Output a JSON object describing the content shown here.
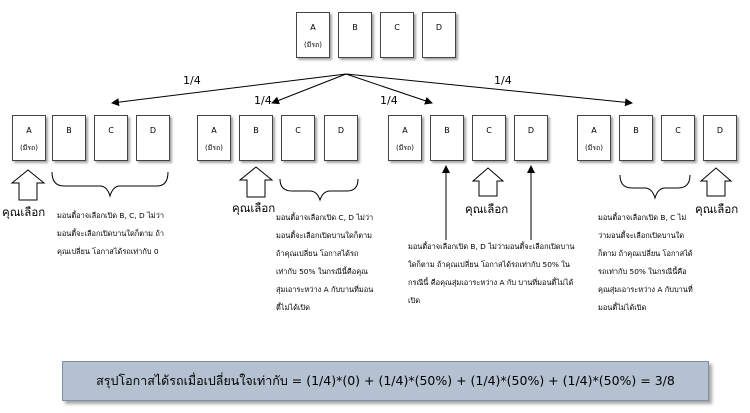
{
  "top_cards": [
    {
      "letter": "A",
      "note": "(มีรถ)"
    },
    {
      "letter": "B",
      "note": ""
    },
    {
      "letter": "C",
      "note": ""
    },
    {
      "letter": "D",
      "note": ""
    }
  ],
  "branch_probabilities": [
    "1/4",
    "1/4",
    "1/4",
    "1/4"
  ],
  "branches": [
    {
      "cards": [
        {
          "letter": "A",
          "note": "(มีรถ)"
        },
        {
          "letter": "B",
          "note": ""
        },
        {
          "letter": "C",
          "note": ""
        },
        {
          "letter": "D",
          "note": ""
        }
      ],
      "you_pick_label": "คุณเลือก",
      "explanation": "มอนตี้อาจเลือกเปิด B, C, D ไม่ว่ามอนตี้จะเลือกเปิดบานใดก็ตาม ถ้าคุณเปลี่ยน โอกาสได้รถเท่ากับ 0"
    },
    {
      "cards": [
        {
          "letter": "A",
          "note": "(มีรถ)"
        },
        {
          "letter": "B",
          "note": ""
        },
        {
          "letter": "C",
          "note": ""
        },
        {
          "letter": "D",
          "note": ""
        }
      ],
      "you_pick_label": "คุณเลือก",
      "explanation": "มอนตี้อาจเลือกเปิด C, D ไม่ว่ามอนตี้จะเลือกเปิดบานใดก็ตาม ถ้าคุณเปลี่ยน โอกาสได้รถเท่ากับ 50% ในกรณีนี้คือคุณสุ่มเอาระหว่าง A กับบานที่มอนตี้ไม่ได้เปิด"
    },
    {
      "cards": [
        {
          "letter": "A",
          "note": "(มีรถ)"
        },
        {
          "letter": "B",
          "note": ""
        },
        {
          "letter": "C",
          "note": ""
        },
        {
          "letter": "D",
          "note": ""
        }
      ],
      "you_pick_label": "คุณเลือก",
      "explanation": "มอนตี้อาจเลือกเปิด B, D ไม่ว่ามอนตี้จะเลือกเปิดบานใดก็ตาม ถ้าคุณเปลี่ยน โอกาสได้รถเท่ากับ 50% ในกรณีนี้ คือคุณสุ่มเอาระหว่าง A กับ บานที่มอนตี้ไม่ได้เปิด"
    },
    {
      "cards": [
        {
          "letter": "A",
          "note": "(มีรถ)"
        },
        {
          "letter": "B",
          "note": ""
        },
        {
          "letter": "C",
          "note": ""
        },
        {
          "letter": "D",
          "note": ""
        }
      ],
      "you_pick_label": "คุณเลือก",
      "explanation": "มอนตี้อาจเลือกเปิด B, C ไม่ว่ามอนตี้จะเลือกเปิดบานใดก็ตาม ถ้าคุณเปลี่ยน โอกาสได้รถเท่ากับ 50% ในกรณีนี้คือคุณสุ่มเอาระหว่าง A กับบานที่มอนตี้ไม่ได้เปิด"
    }
  ],
  "summary": "สรุปโอกาสได้รถเมื่อเปลี่ยนใจเท่ากับ = (1/4)*(0) + (1/4)*(50%) + (1/4)*(50%) + (1/4)*(50%) = 3/8",
  "colors": {
    "summary_bg": "#b4c1d1",
    "line": "#000000"
  }
}
